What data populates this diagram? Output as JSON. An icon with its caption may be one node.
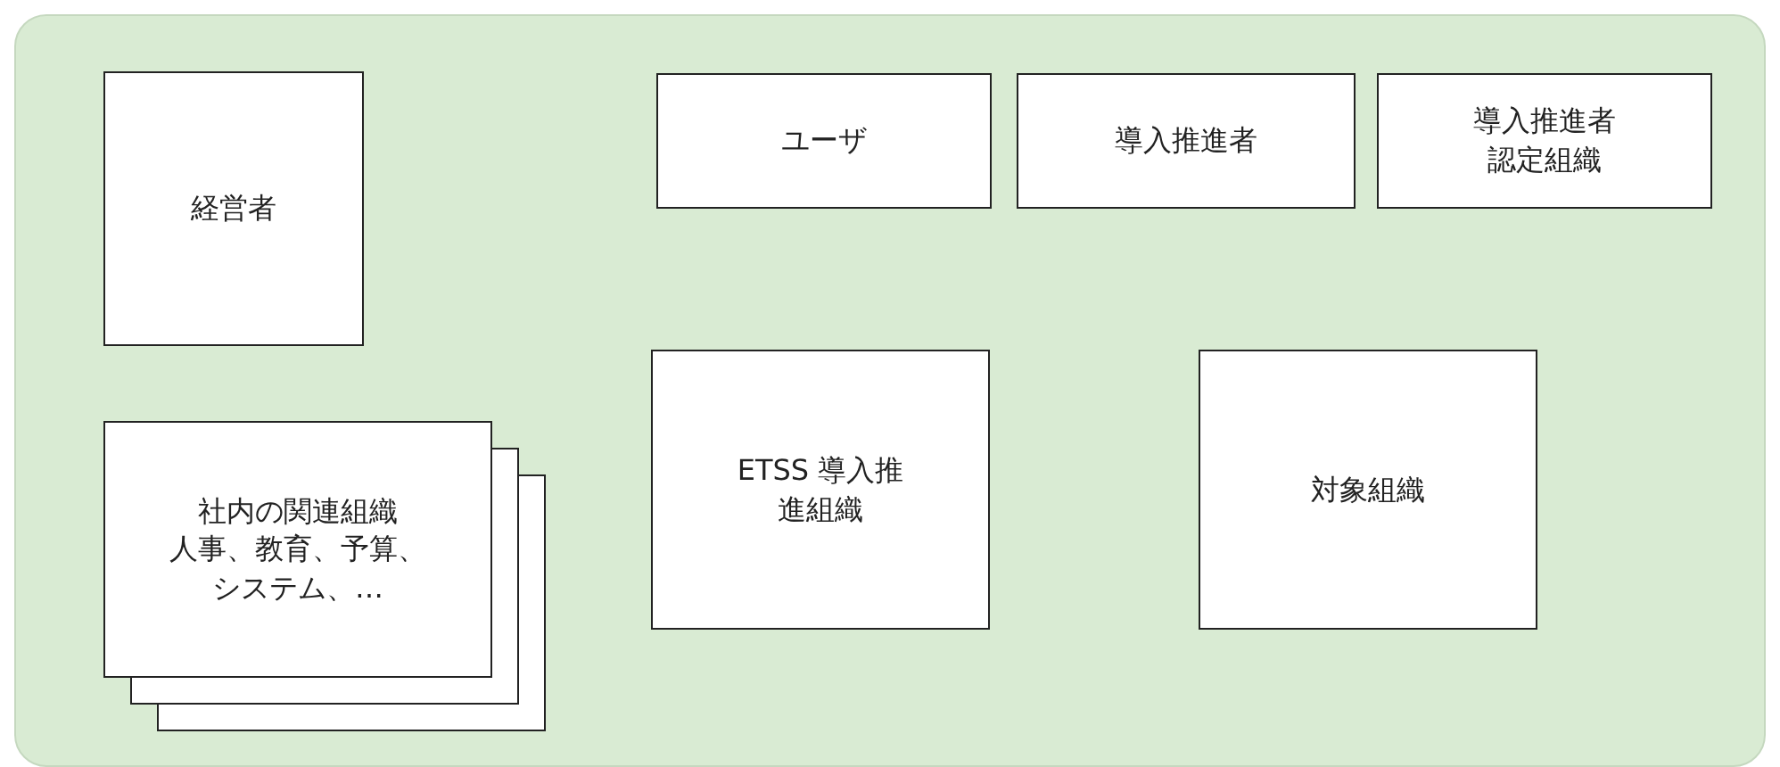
{
  "diagram": {
    "nodes": [
      {
        "text": [
          "経営者"
        ]
      },
      {
        "text": [
          "ユーザ"
        ]
      },
      {
        "text": [
          "導入推進者"
        ]
      },
      {
        "text": [
          "導入推進者認定組織"
        ]
      },
      {
        "text": [
          "社内の関連組織",
          "人事、教育、予算、システム、…"
        ]
      },
      {
        "text": [
          "ETSS 導入推進組織"
        ]
      },
      {
        "text": [
          "対象組織"
        ]
      }
    ]
  }
}
